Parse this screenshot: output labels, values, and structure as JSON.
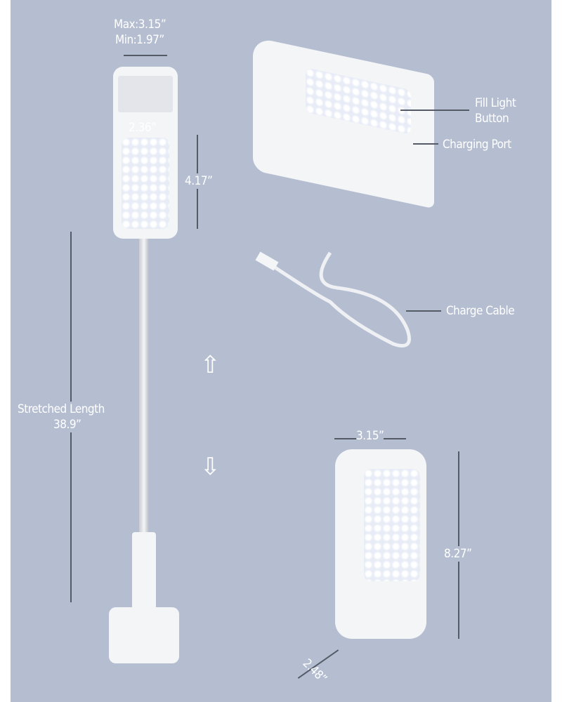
{
  "labels": {
    "clamp_max": "Max:3.15”",
    "clamp_min": "Min:1.97”",
    "head_width": "2.36”",
    "head_height": "4.17”",
    "stretched_title": "Stretched Length",
    "stretched_value": "38.9”",
    "fill_light_1": "Fill Light",
    "fill_light_2": "Button",
    "charging_port": "Charging Port",
    "charge_cable": "Charge Cable",
    "box_width": "3.15”",
    "box_height": "8.27”",
    "box_depth": "2.48”"
  },
  "colors": {
    "background": "#b5bed1",
    "product": "#f4f5f7",
    "dimension_line": "#555b66"
  }
}
